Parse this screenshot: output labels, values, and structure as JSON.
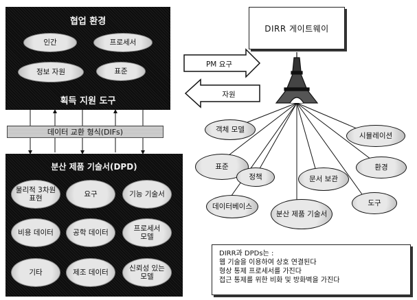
{
  "environment_panel": {
    "title": "협업 환경",
    "items": [
      "인간",
      "프로세서",
      "정보 자원",
      "표준"
    ],
    "footer": "획득 지원 도구"
  },
  "dif_bar": {
    "label": "데이터 교환 형식(DIFs)"
  },
  "dpd_panel": {
    "title": "분산 제품 기술서(DPD)",
    "items": [
      [
        "물리적 3차원",
        "표현"
      ],
      [
        "요구"
      ],
      [
        "기능 기술서"
      ],
      [
        "비용 데이터"
      ],
      [
        "공학 데이터"
      ],
      [
        "프로세서",
        "모델"
      ],
      [
        "기타"
      ],
      [
        "제조 데이터"
      ],
      [
        "신뢰성 있는",
        "모델"
      ]
    ]
  },
  "gateway": {
    "label": "DIRR 게이트웨이"
  },
  "arrows": {
    "pm_request": "PM 요구",
    "resource": "자원"
  },
  "satellites": [
    "객체 모델",
    "시뮬레이션",
    "표준",
    "정책",
    "문서 보관",
    "환경",
    "데이터베이스",
    "분산 제품 기술서",
    "도구"
  ],
  "note": {
    "lines": [
      "DIRR과 DPDs는 :",
      "웹 기술을 이용하여 상호 연결된다",
      "형상 통제 프로세서를 가진다",
      "접근 통제를 위한 비화 및 방화벽을 가진다"
    ]
  },
  "colors": {
    "panel": "#141414",
    "pill": "#d6d6d6",
    "line": "#111111"
  }
}
